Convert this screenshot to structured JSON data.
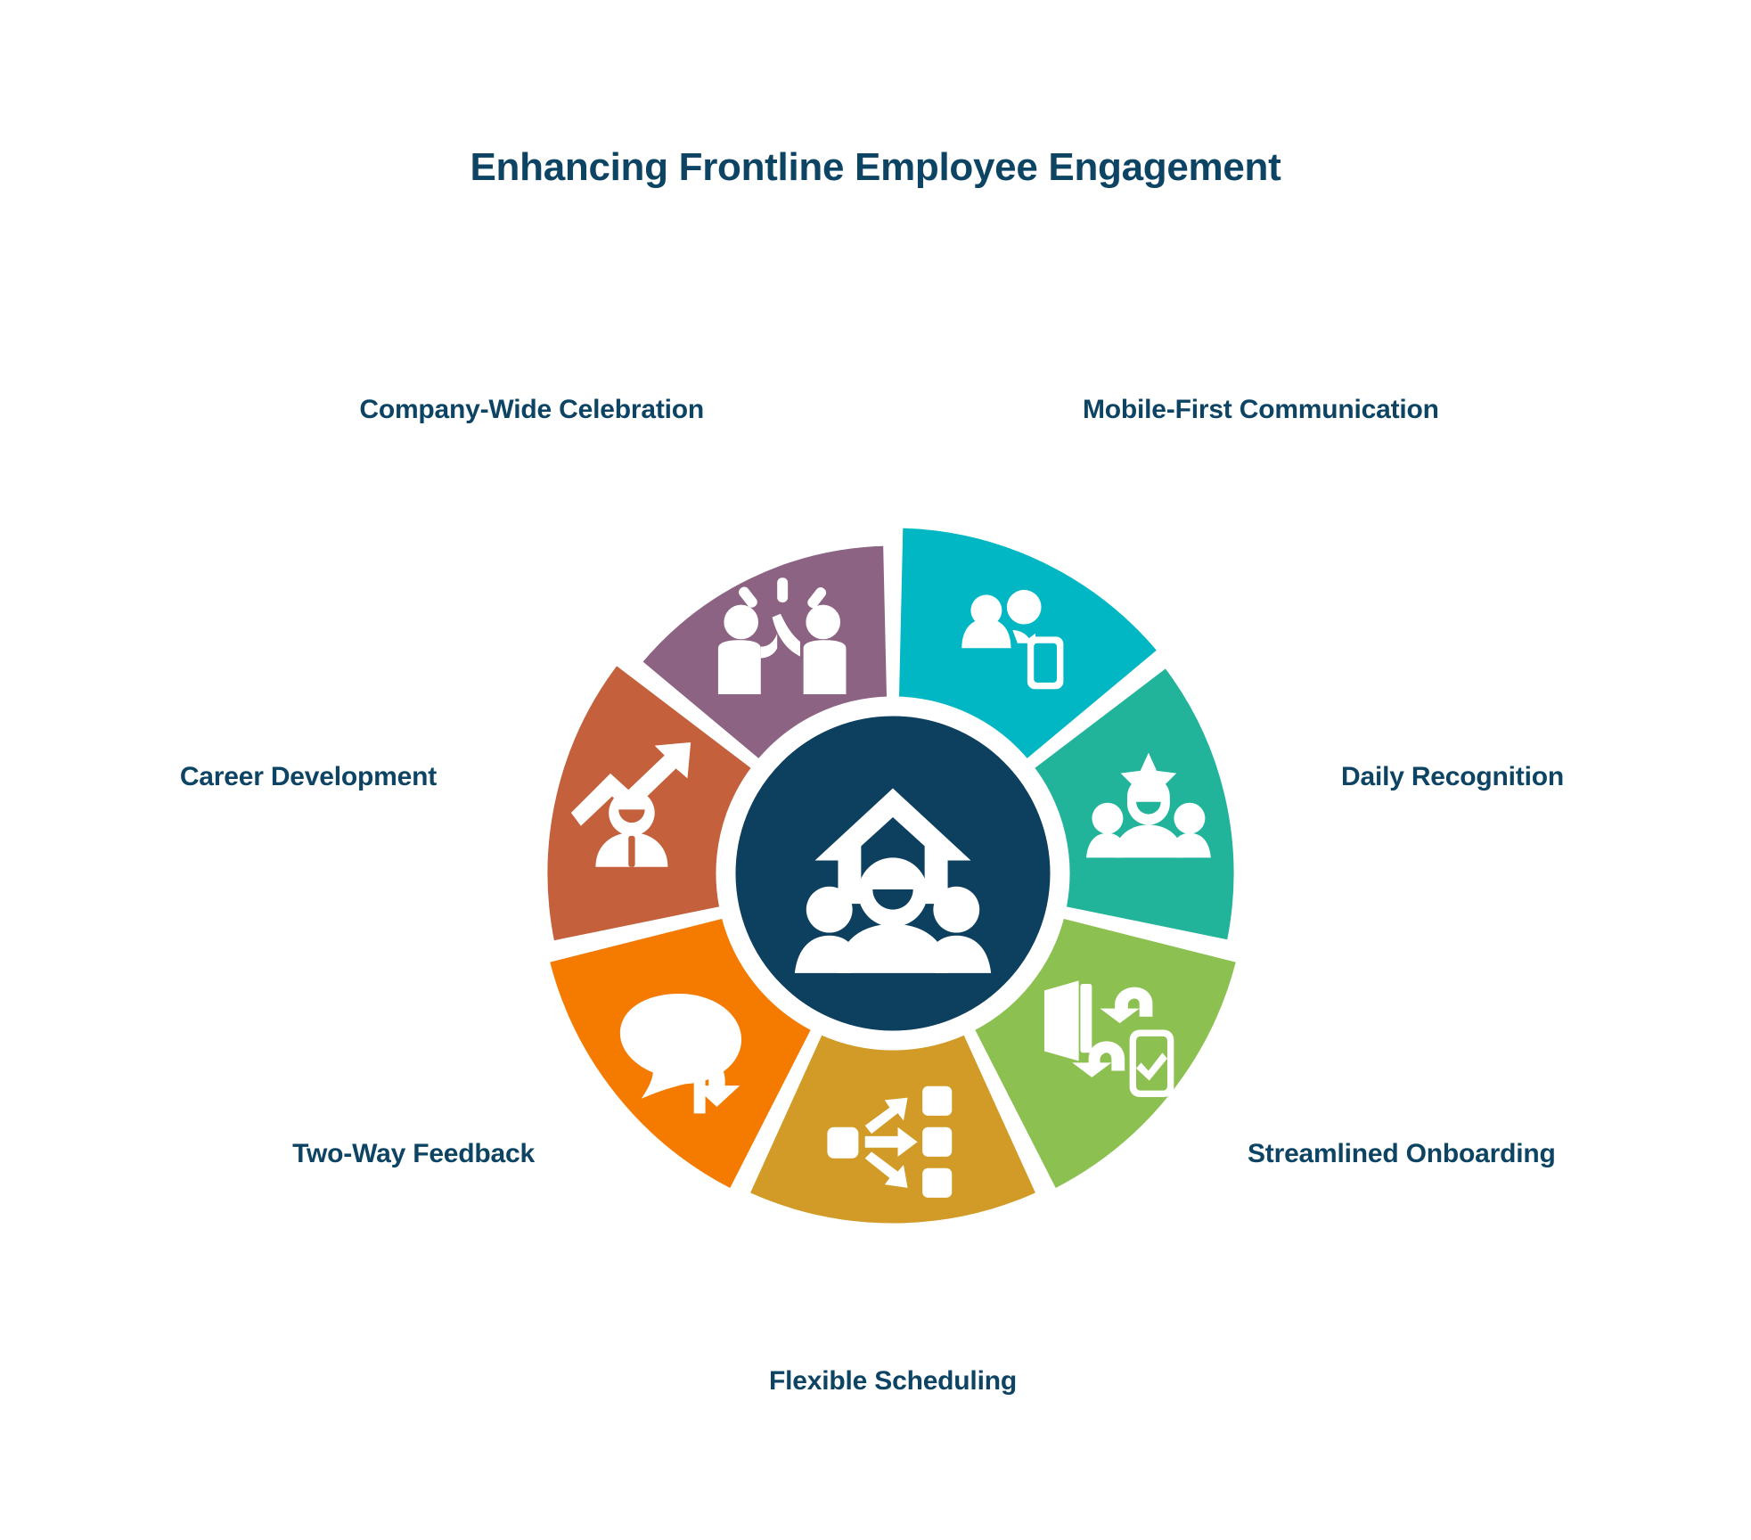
{
  "title": "Enhancing Frontline Employee Engagement",
  "colors": {
    "title_text": "#0d4464",
    "label_text": "#0d4464",
    "hub_fill": "#0d3f5e",
    "background": "#ffffff",
    "icon_fill": "#ffffff",
    "gap_stroke": "#ffffff"
  },
  "hub": {
    "icon": "people-growth-arrow-icon",
    "fill": "#0d3f5e"
  },
  "chart_data": {
    "type": "pie",
    "title": "Enhancing Frontline Employee Engagement",
    "xlabel": "",
    "ylabel": "",
    "legend_position": "around-slices",
    "categories": [
      "Mobile-First Communication",
      "Daily Recognition",
      "Streamlined Onboarding",
      "Flexible Scheduling",
      "Two-Way Feedback",
      "Career Development",
      "Company-Wide Celebration"
    ],
    "values": [
      1,
      1,
      1,
      1,
      1,
      1,
      1
    ],
    "colors": [
      "#00b7c3",
      "#22b49a",
      "#8cc152",
      "#d29b27",
      "#f47b00",
      "#c4603b",
      "#8d6383"
    ]
  },
  "segments": [
    {
      "id": "mobile-first-communication",
      "label": "Mobile-First Communication",
      "color": "#00b7c3",
      "icon": "people-mobile-phone-icon",
      "start_angle": 0,
      "end_angle": 51.43,
      "outer_radius": 390
    },
    {
      "id": "daily-recognition",
      "label": "Daily Recognition",
      "color": "#22b49a",
      "icon": "people-star-award-icon",
      "start_angle": 51.43,
      "end_angle": 102.86,
      "outer_radius": 385
    },
    {
      "id": "streamlined-onboarding",
      "label": "Streamlined Onboarding",
      "color": "#8cc152",
      "icon": "door-arrows-mobile-check-icon",
      "start_angle": 102.86,
      "end_angle": 154.29,
      "outer_radius": 400
    },
    {
      "id": "flexible-scheduling",
      "label": "Flexible Scheduling",
      "color": "#d29b27",
      "icon": "branching-arrows-flow-icon",
      "start_angle": 154.29,
      "end_angle": 205.71,
      "outer_radius": 395
    },
    {
      "id": "two-way-feedback",
      "label": "Two-Way Feedback",
      "color": "#f47b00",
      "icon": "speech-bubble-reply-arrow-icon",
      "start_angle": 205.71,
      "end_angle": 257.14,
      "outer_radius": 400
    },
    {
      "id": "career-development",
      "label": "Career Development",
      "color": "#c4603b",
      "icon": "person-growth-arrow-icon",
      "start_angle": 257.14,
      "end_angle": 308.57,
      "outer_radius": 390
    },
    {
      "id": "company-wide-celebration",
      "label": "Company-Wide Celebration",
      "color": "#8d6383",
      "icon": "high-five-celebration-icon",
      "start_angle": 308.57,
      "end_angle": 360,
      "outer_radius": 370
    }
  ]
}
